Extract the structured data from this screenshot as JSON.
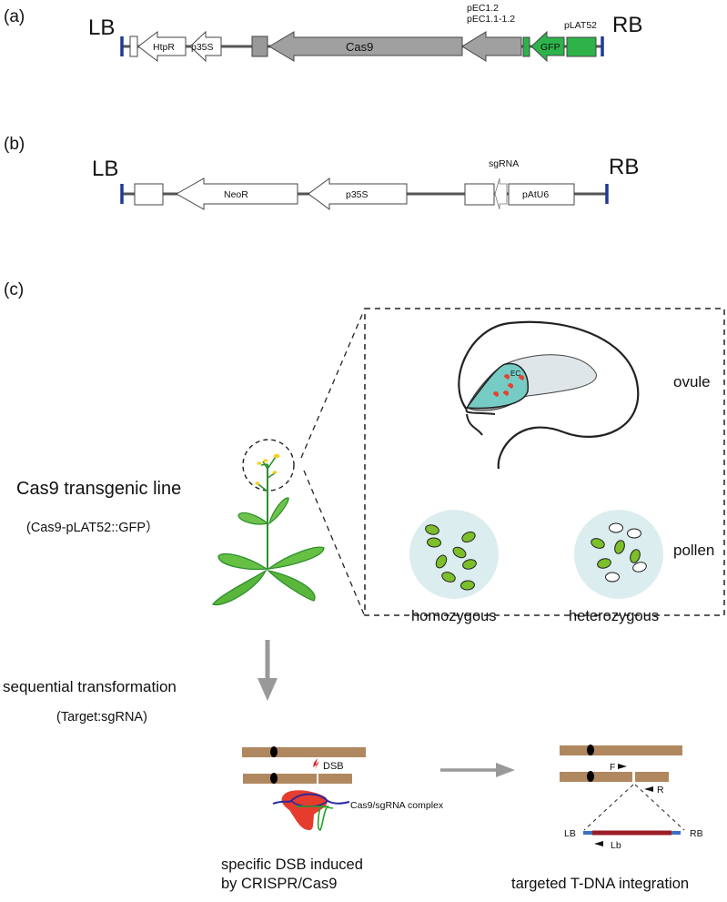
{
  "panels": {
    "a": {
      "label": "(a)",
      "lb": "LB",
      "rb": "RB",
      "elements": {
        "htpr": "HtpR",
        "p35s": "p35S",
        "cas9": "Cas9",
        "pec_line1": "pEC1.2",
        "pec_line2": "pEC1.1-1.2",
        "gfp": "GFP",
        "plat52": "pLAT52"
      }
    },
    "b": {
      "label": "(b)",
      "lb": "LB",
      "rb": "RB",
      "elements": {
        "neor": "NeoR",
        "p35s": "p35S",
        "sgrna": "sgRNA",
        "patu6": "pAtU6"
      }
    },
    "c": {
      "label": "(c)",
      "line_title": "Cas9 transgenic line",
      "line_subtitle": "(Cas9-pLAT52::GFP）",
      "ovule_label": "ovule",
      "ec_label": "EC",
      "pollen_label": "pollen",
      "homozygous_label": "homozygous",
      "heterozygous_label": "heterozygous",
      "step_title": "sequential transformation",
      "step_subtitle": "(Target:sgRNA)",
      "dsb_label": "DSB",
      "complex_label": "Cas9/sgRNA complex",
      "dsb_caption_line1": "specific DSB induced",
      "dsb_caption_line2": "by CRISPR/Cas9",
      "primer_f": "F",
      "primer_r": "R",
      "primer_lb": "Lb",
      "tdna_lb": "LB",
      "tdna_rb": "RB",
      "integration_caption": "targeted T-DNA integration"
    }
  },
  "colors": {
    "border_blue": "#1f3a93",
    "cas9_gray": "#a0a0a0",
    "gfp_green": "#2db34a",
    "chromosome_brown": "#b08860",
    "tdna_red": "#9b1c24",
    "tdna_blue": "#3a6fc4",
    "cas9_protein_red": "#e63c2e",
    "pollen_green": "#7cbf2a",
    "pollen_bg": "#dcedf0",
    "ovule_teal": "#76ccc4",
    "arrow_gray": "#999999"
  }
}
